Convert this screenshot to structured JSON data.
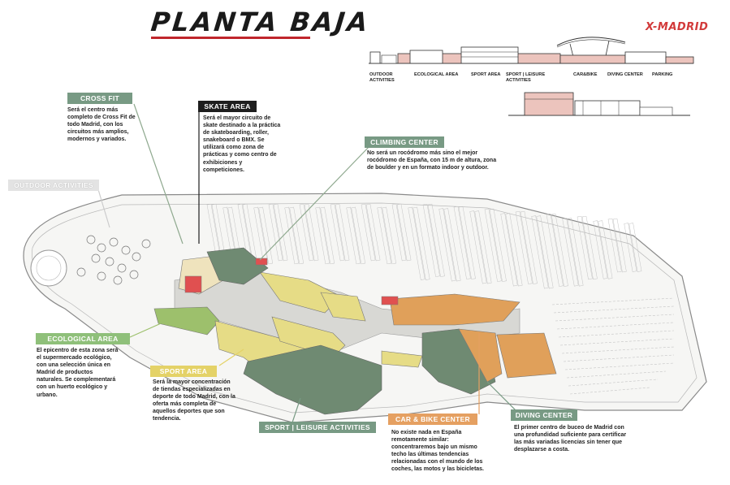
{
  "page": {
    "title": "PLANTA BAJA",
    "brand": "X-MADRID"
  },
  "elevation": {
    "labels": [
      {
        "text": "OUTDOOR\nACTIVITIES"
      },
      {
        "text": "ECOLOGICAL AREA"
      },
      {
        "text": "SPORT AREA"
      },
      {
        "text": "SPORT | LEISURE\nACTIVITIES"
      },
      {
        "text": "CAR&BIKE"
      },
      {
        "text": "DIVING CENTER"
      },
      {
        "text": "PARKING"
      }
    ]
  },
  "zones": {
    "crossfit": {
      "name": "CROSS FIT",
      "desc": "Será el centro más completo de Cross Fit de todo Madrid, con los circuitos más amplios, modernos y variados."
    },
    "skate": {
      "name": "SKATE AREA",
      "desc": "Será el mayor circuito de skate destinado a la práctica de skateboarding, roller, snakeboard o BMX. Se utilizará como zona de prácticas y como centro de exhibiciones y competiciones."
    },
    "climbing": {
      "name": "CLIMBING CENTER",
      "desc": "No será un rocódromo más sino el mejor rocódromo de España, con 15 m de altura, zona de boulder y en un formato indoor y outdoor."
    },
    "outdoor": {
      "name": "OUTDOOR ACTIVITIES"
    },
    "ecological": {
      "name": "ECOLOGICAL AREA",
      "desc": "El epicentro de esta zona será el supermercado ecológico, con una selección única en Madrid de productos naturales. Se complementará con un huerto ecológico y urbano."
    },
    "sport": {
      "name": "SPORT AREA",
      "desc": "Será la mayor concentración de tiendas especializadas en deporte de todo Madrid, con la oferta más completa de aquellos deportes que son tendencia."
    },
    "leisure": {
      "name": "SPORT | LEISURE ACTIVITIES"
    },
    "carbike": {
      "name": "CAR & BIKE CENTER",
      "desc": "No existe nada en España remotamente similar: concentraremos bajo un mismo techo las últimas tendencias relacionadas con el mundo de los coches, las motos y las bicicletas."
    },
    "diving": {
      "name": "DIVING CENTER",
      "desc": "El primer centro de buceo de Madrid con una profundidad suficiente para certificar las más variadas licencias sin tener que desplazarse a costa."
    }
  },
  "colors": {
    "green_dark": "#6f8a72",
    "green_light": "#9dc06c",
    "yellow": "#e6dc86",
    "orange": "#e0a05a",
    "red": "#e05050",
    "pavement": "#d8d8d4",
    "label_green": "#789a84",
    "label_black": "#1e1e1e",
    "label_yellow": "#e4d267",
    "label_lightgreen": "#8fc07a",
    "label_orange": "#e5a061",
    "elevation_pink": "#ecc4bd"
  }
}
